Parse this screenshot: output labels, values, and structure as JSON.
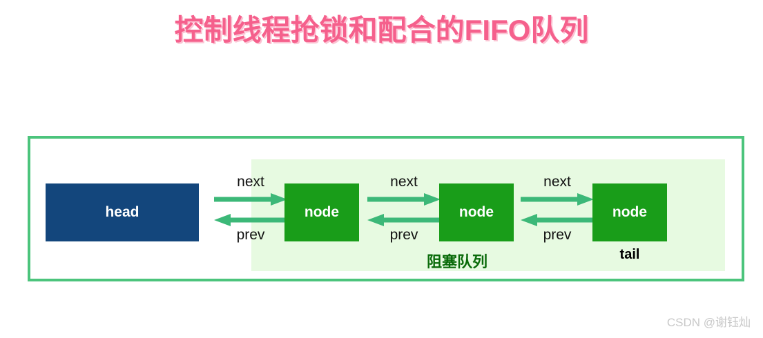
{
  "page": {
    "title": "控制线程抢锁和配合的FIFO队列",
    "title_color": "#f5608c",
    "background": "#ffffff"
  },
  "diagram": {
    "frame": {
      "border_color": "#4cc47c",
      "background": "#ffffff"
    },
    "blocking_queue_region": {
      "background": "#e7fae1",
      "label": "阻塞队列",
      "label_color": "#0a6b0a"
    },
    "head": {
      "label": "head",
      "fill": "#13467c",
      "text_color": "#ffffff"
    },
    "nodes": [
      {
        "label": "node",
        "fill": "#199d19",
        "text_color": "#ffffff",
        "caption": ""
      },
      {
        "label": "node",
        "fill": "#199d19",
        "text_color": "#ffffff",
        "caption": ""
      },
      {
        "label": "node",
        "fill": "#199d19",
        "text_color": "#ffffff",
        "caption": "tail"
      }
    ],
    "tail_caption": "tail",
    "arrow_color": "#3cb878",
    "arrow_pairs": [
      {
        "next_label": "next",
        "prev_label": "prev"
      },
      {
        "next_label": "next",
        "prev_label": "prev"
      },
      {
        "next_label": "next",
        "prev_label": "prev"
      }
    ]
  },
  "watermark": {
    "text": "CSDN @谢钰灿",
    "color": "#c8c8c8"
  }
}
